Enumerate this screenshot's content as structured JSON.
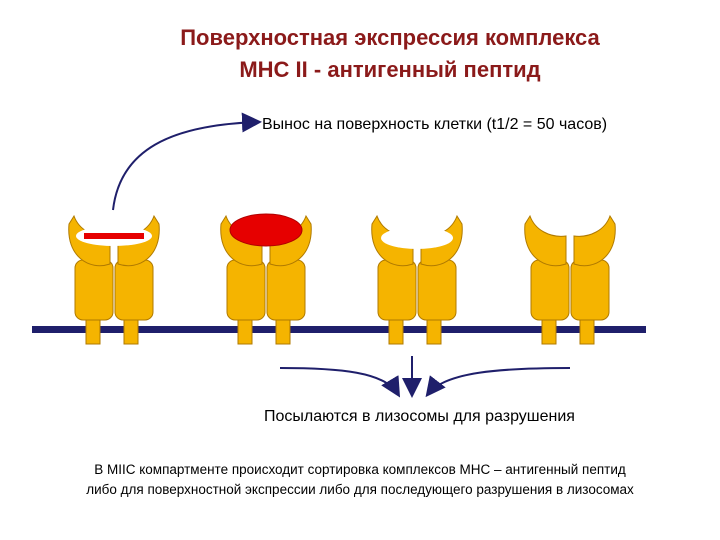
{
  "title": {
    "line1": "Поверхностная экспрессия комплекса",
    "line2": "МНС II - антигенный пептид"
  },
  "labels": {
    "surface_transport": "Вынос на поверхность клетки (t1/2 = 50 часов)",
    "lysosome": "Посылаются в лизосомы для разрушения"
  },
  "caption": {
    "line1": "В MIIC компартменте происходит сортировка комплексов МНС – антигенный пептид",
    "line2": "либо  для поверхностной экспрессии либо для последующего разрушения в лизосомах"
  },
  "colors": {
    "title": "#8B1A1A",
    "mhc_fill": "#F5B400",
    "mhc_stroke": "#B07A00",
    "peptide_red": "#E60000",
    "membrane": "#1F1F6B",
    "arrow": "#1F1F6B"
  },
  "complexes": [
    {
      "peptide": "bar"
    },
    {
      "peptide": "full"
    },
    {
      "peptide": "empty"
    },
    {
      "peptide": "none"
    }
  ]
}
